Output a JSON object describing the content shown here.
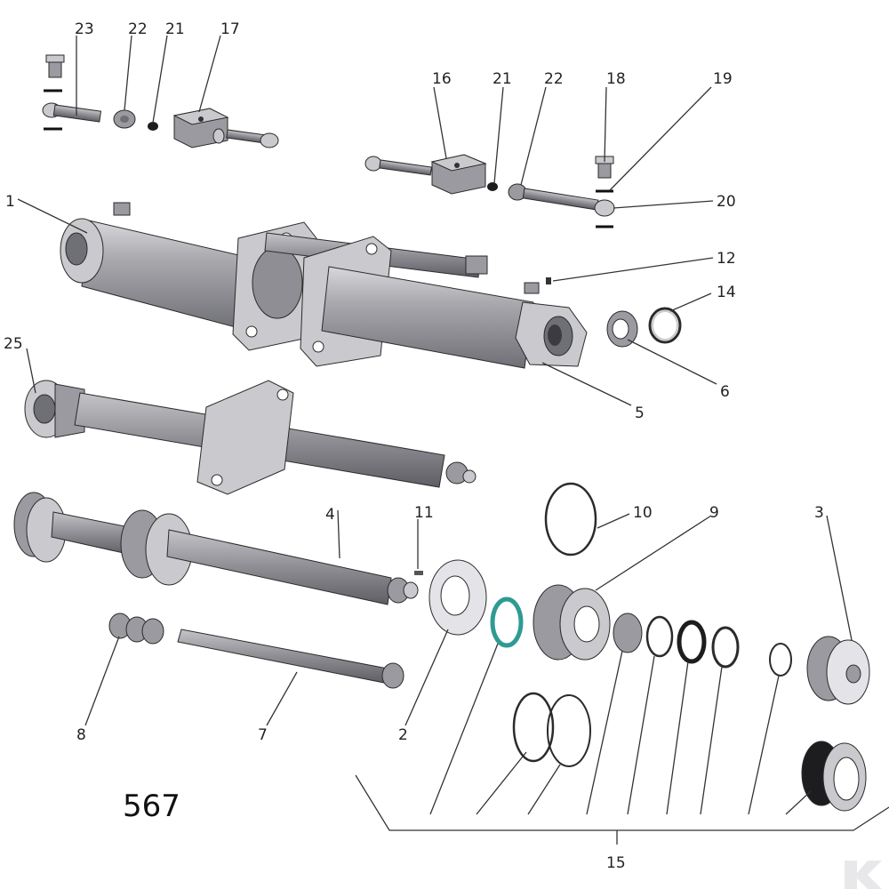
{
  "diagram": {
    "page_number": "567",
    "watermark_logo": "K",
    "colors": {
      "metal": "#9a9aa0",
      "metal_light": "#c9c9ce",
      "metal_dark": "#6f6f76",
      "outline": "#2b2b2b",
      "seal_accent": "#2e9b93",
      "dark_seal": "#1d1d1f"
    },
    "callouts": [
      {
        "id": "c-23",
        "text": "23"
      },
      {
        "id": "c-22a",
        "text": "22"
      },
      {
        "id": "c-21a",
        "text": "21"
      },
      {
        "id": "c-17",
        "text": "17"
      },
      {
        "id": "c-16",
        "text": "16"
      },
      {
        "id": "c-21b",
        "text": "21"
      },
      {
        "id": "c-22b",
        "text": "22"
      },
      {
        "id": "c-18",
        "text": "18"
      },
      {
        "id": "c-19",
        "text": "19"
      },
      {
        "id": "c-20",
        "text": "20"
      },
      {
        "id": "c-1",
        "text": "1"
      },
      {
        "id": "c-12",
        "text": "12"
      },
      {
        "id": "c-14",
        "text": "14"
      },
      {
        "id": "c-6",
        "text": "6"
      },
      {
        "id": "c-5",
        "text": "5"
      },
      {
        "id": "c-25",
        "text": "25"
      },
      {
        "id": "c-4",
        "text": "4"
      },
      {
        "id": "c-11",
        "text": "11"
      },
      {
        "id": "c-10",
        "text": "10"
      },
      {
        "id": "c-9",
        "text": "9"
      },
      {
        "id": "c-3",
        "text": "3"
      },
      {
        "id": "c-8",
        "text": "8"
      },
      {
        "id": "c-7",
        "text": "7"
      },
      {
        "id": "c-2",
        "text": "2"
      },
      {
        "id": "c-15",
        "text": "15"
      }
    ]
  }
}
